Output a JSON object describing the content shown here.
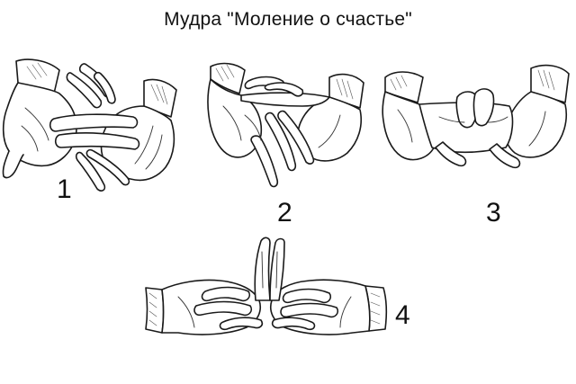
{
  "title": "Мудра \"Моление о счастье\"",
  "figures": [
    {
      "label": "1",
      "icon": "mudra-hands-step-1-illustration"
    },
    {
      "label": "2",
      "icon": "mudra-hands-step-2-illustration"
    },
    {
      "label": "3",
      "icon": "mudra-hands-step-3-illustration"
    },
    {
      "label": "4",
      "icon": "mudra-hands-step-4-illustration"
    }
  ]
}
